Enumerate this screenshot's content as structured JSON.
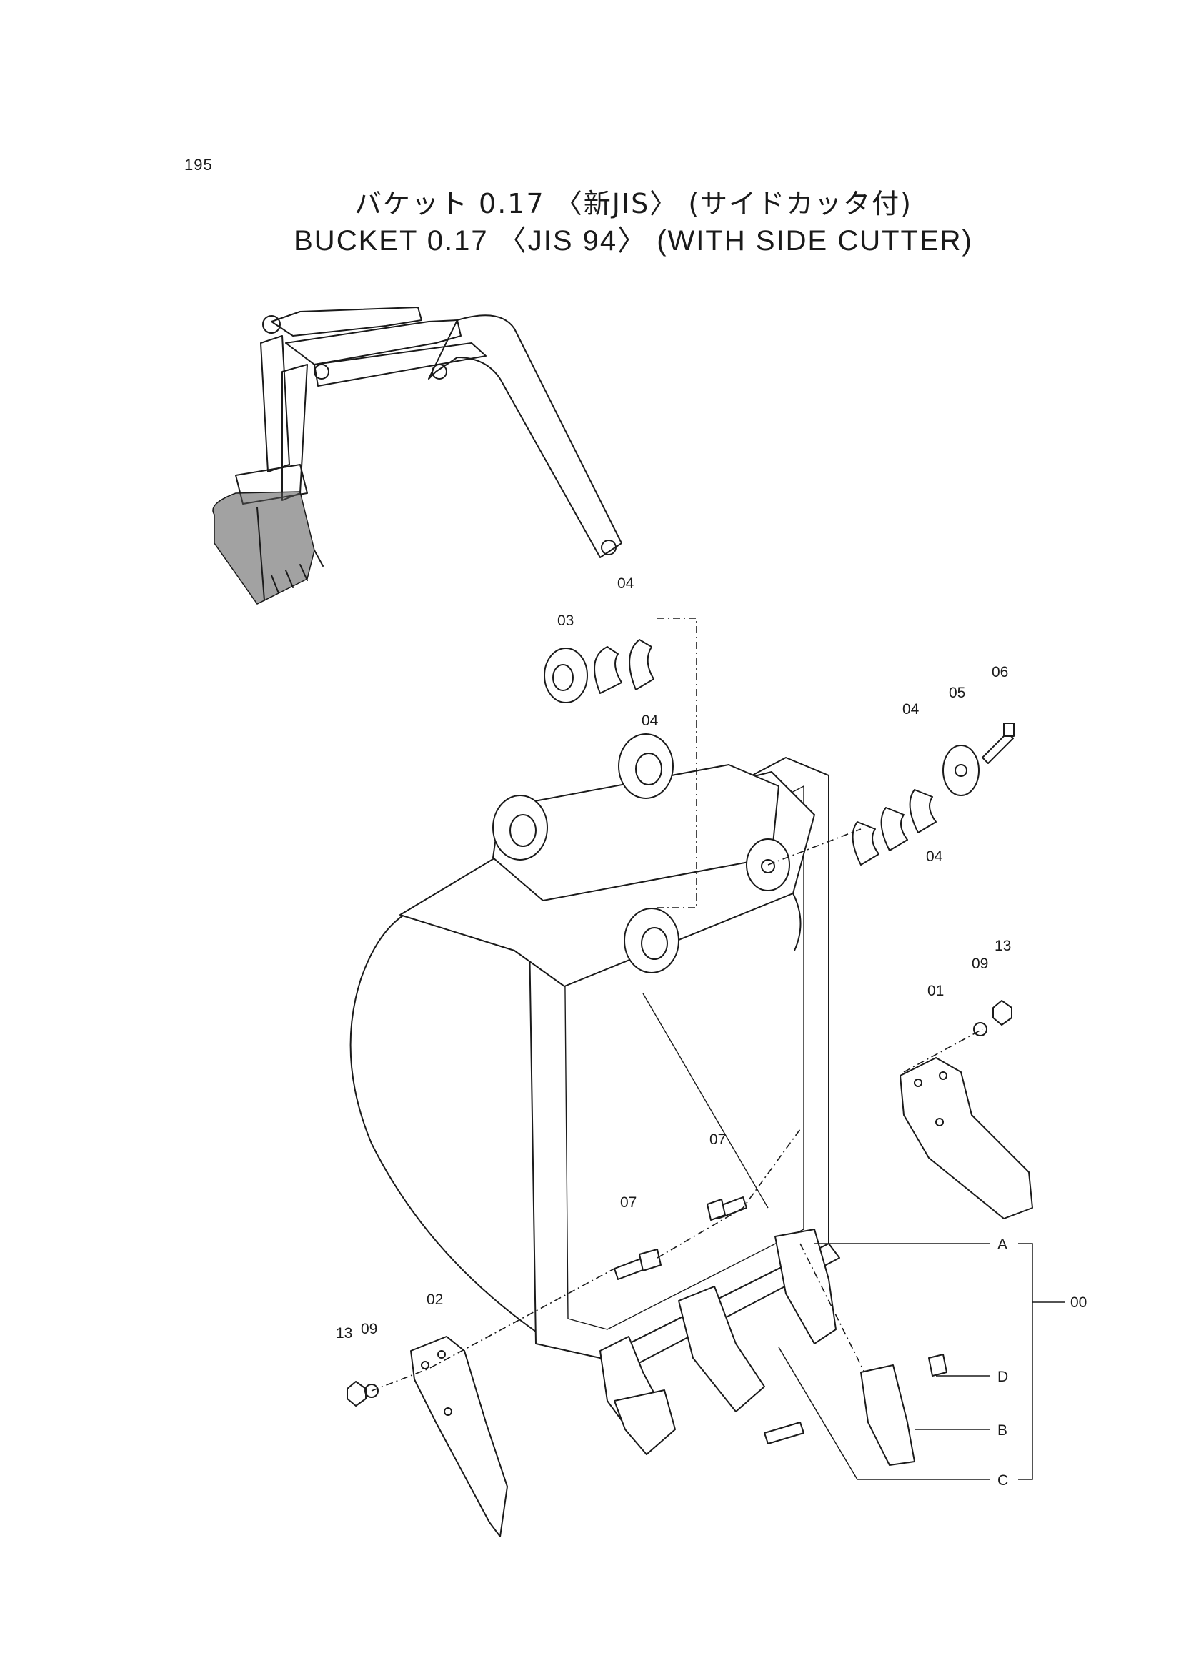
{
  "page_number": "195",
  "title_jp": "バケット 0.17 〈新JIS〉 (サイドカッタ付)",
  "title_en": "BUCKET 0.17 〈JIS 94〉 (WITH SIDE CUTTER)",
  "callouts": {
    "p00": "00",
    "p01": "01",
    "p02": "02",
    "p03": "03",
    "p04a": "04",
    "p04b": "04",
    "p04c": "04",
    "p04d": "04",
    "p05": "05",
    "p06": "06",
    "p07a": "07",
    "p07b": "07",
    "p09a": "09",
    "p09b": "09",
    "p13a": "13",
    "p13b": "13",
    "a": "A",
    "b": "B",
    "c": "C",
    "d": "D"
  }
}
